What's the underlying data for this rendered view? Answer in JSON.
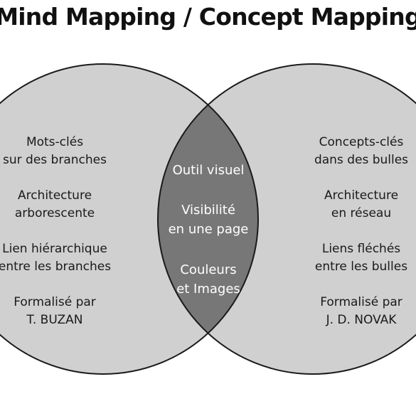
{
  "title": "Mind Mapping / Concept Mapping",
  "colors": {
    "circle_fill": "#d0d0d0",
    "overlap_fill": "#777777",
    "outline": "#1a1a1a",
    "overlap_text": "#ffffff"
  },
  "left": {
    "items": [
      "Mots-clés\nsur des branches",
      "Architecture\narborescente",
      "Lien hiérarchique\nentre les branches",
      "Formalisé par\nT. BUZAN"
    ]
  },
  "overlap": {
    "items": [
      "Outil visuel",
      "Visibilité\nen une page",
      "Couleurs\net Images"
    ]
  },
  "right": {
    "items": [
      "Concepts-clés\ndans des bulles",
      "Architecture\nen réseau",
      "Liens fléchés\nentre les bulles",
      "Formalisé par\nJ. D. NOVAK"
    ]
  }
}
